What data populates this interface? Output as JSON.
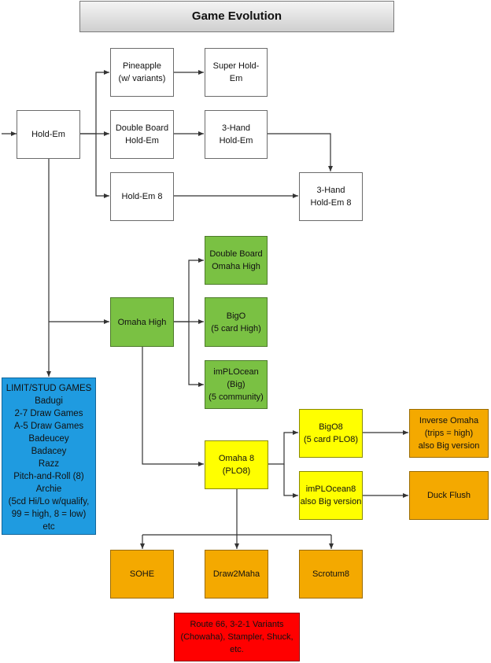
{
  "title": "Game Evolution",
  "nodes": {
    "holdem": "Hold-Em",
    "pineapple": "Pineapple\n(w/ variants)",
    "super_holdem": "Super Hold-\nEm",
    "double_board_holdem": "Double Board\nHold-Em",
    "three_hand_holdem": "3-Hand\nHold-Em",
    "holdem8": "Hold-Em 8",
    "three_hand_holdem8": "3-Hand\nHold-Em 8",
    "double_board_omaha": "Double Board\nOmaha High",
    "omaha_high": "Omaha High",
    "bigo": "BigO\n(5 card High)",
    "implocean_big": "imPLOcean (Big)\n(5 community)",
    "omaha8": "Omaha 8\n(PLO8)",
    "bigo8": "BigO8\n(5 card PLO8)",
    "inverse_omaha": "Inverse Omaha\n(trips = high)\nalso Big version",
    "implocean8": "imPLOcean8\nalso Big version",
    "duck_flush": "Duck Flush",
    "sohe": "SOHE",
    "draw2maha": "Draw2Maha",
    "scrotum8": "Scrotum8",
    "route66": "Route 66, 3-2-1 Variants\n(Chowaha), Stampler, Shuck,\netc."
  },
  "limit_stud": {
    "lines": [
      "LIMIT/STUD GAMES",
      "Badugi",
      "2-7 Draw Games",
      "A-5 Draw Games",
      "Badeucey",
      "Badacey",
      "Razz",
      "Pitch-and-Roll (8)",
      "Archie",
      "(5cd Hi/Lo w/qualify,",
      "99 = high, 8 = low)",
      "etc"
    ]
  },
  "colors": {
    "green": "#7ac143",
    "yellow": "#ffff00",
    "orange": "#f4a900",
    "red": "#ff0000",
    "blue": "#1f9be0"
  }
}
